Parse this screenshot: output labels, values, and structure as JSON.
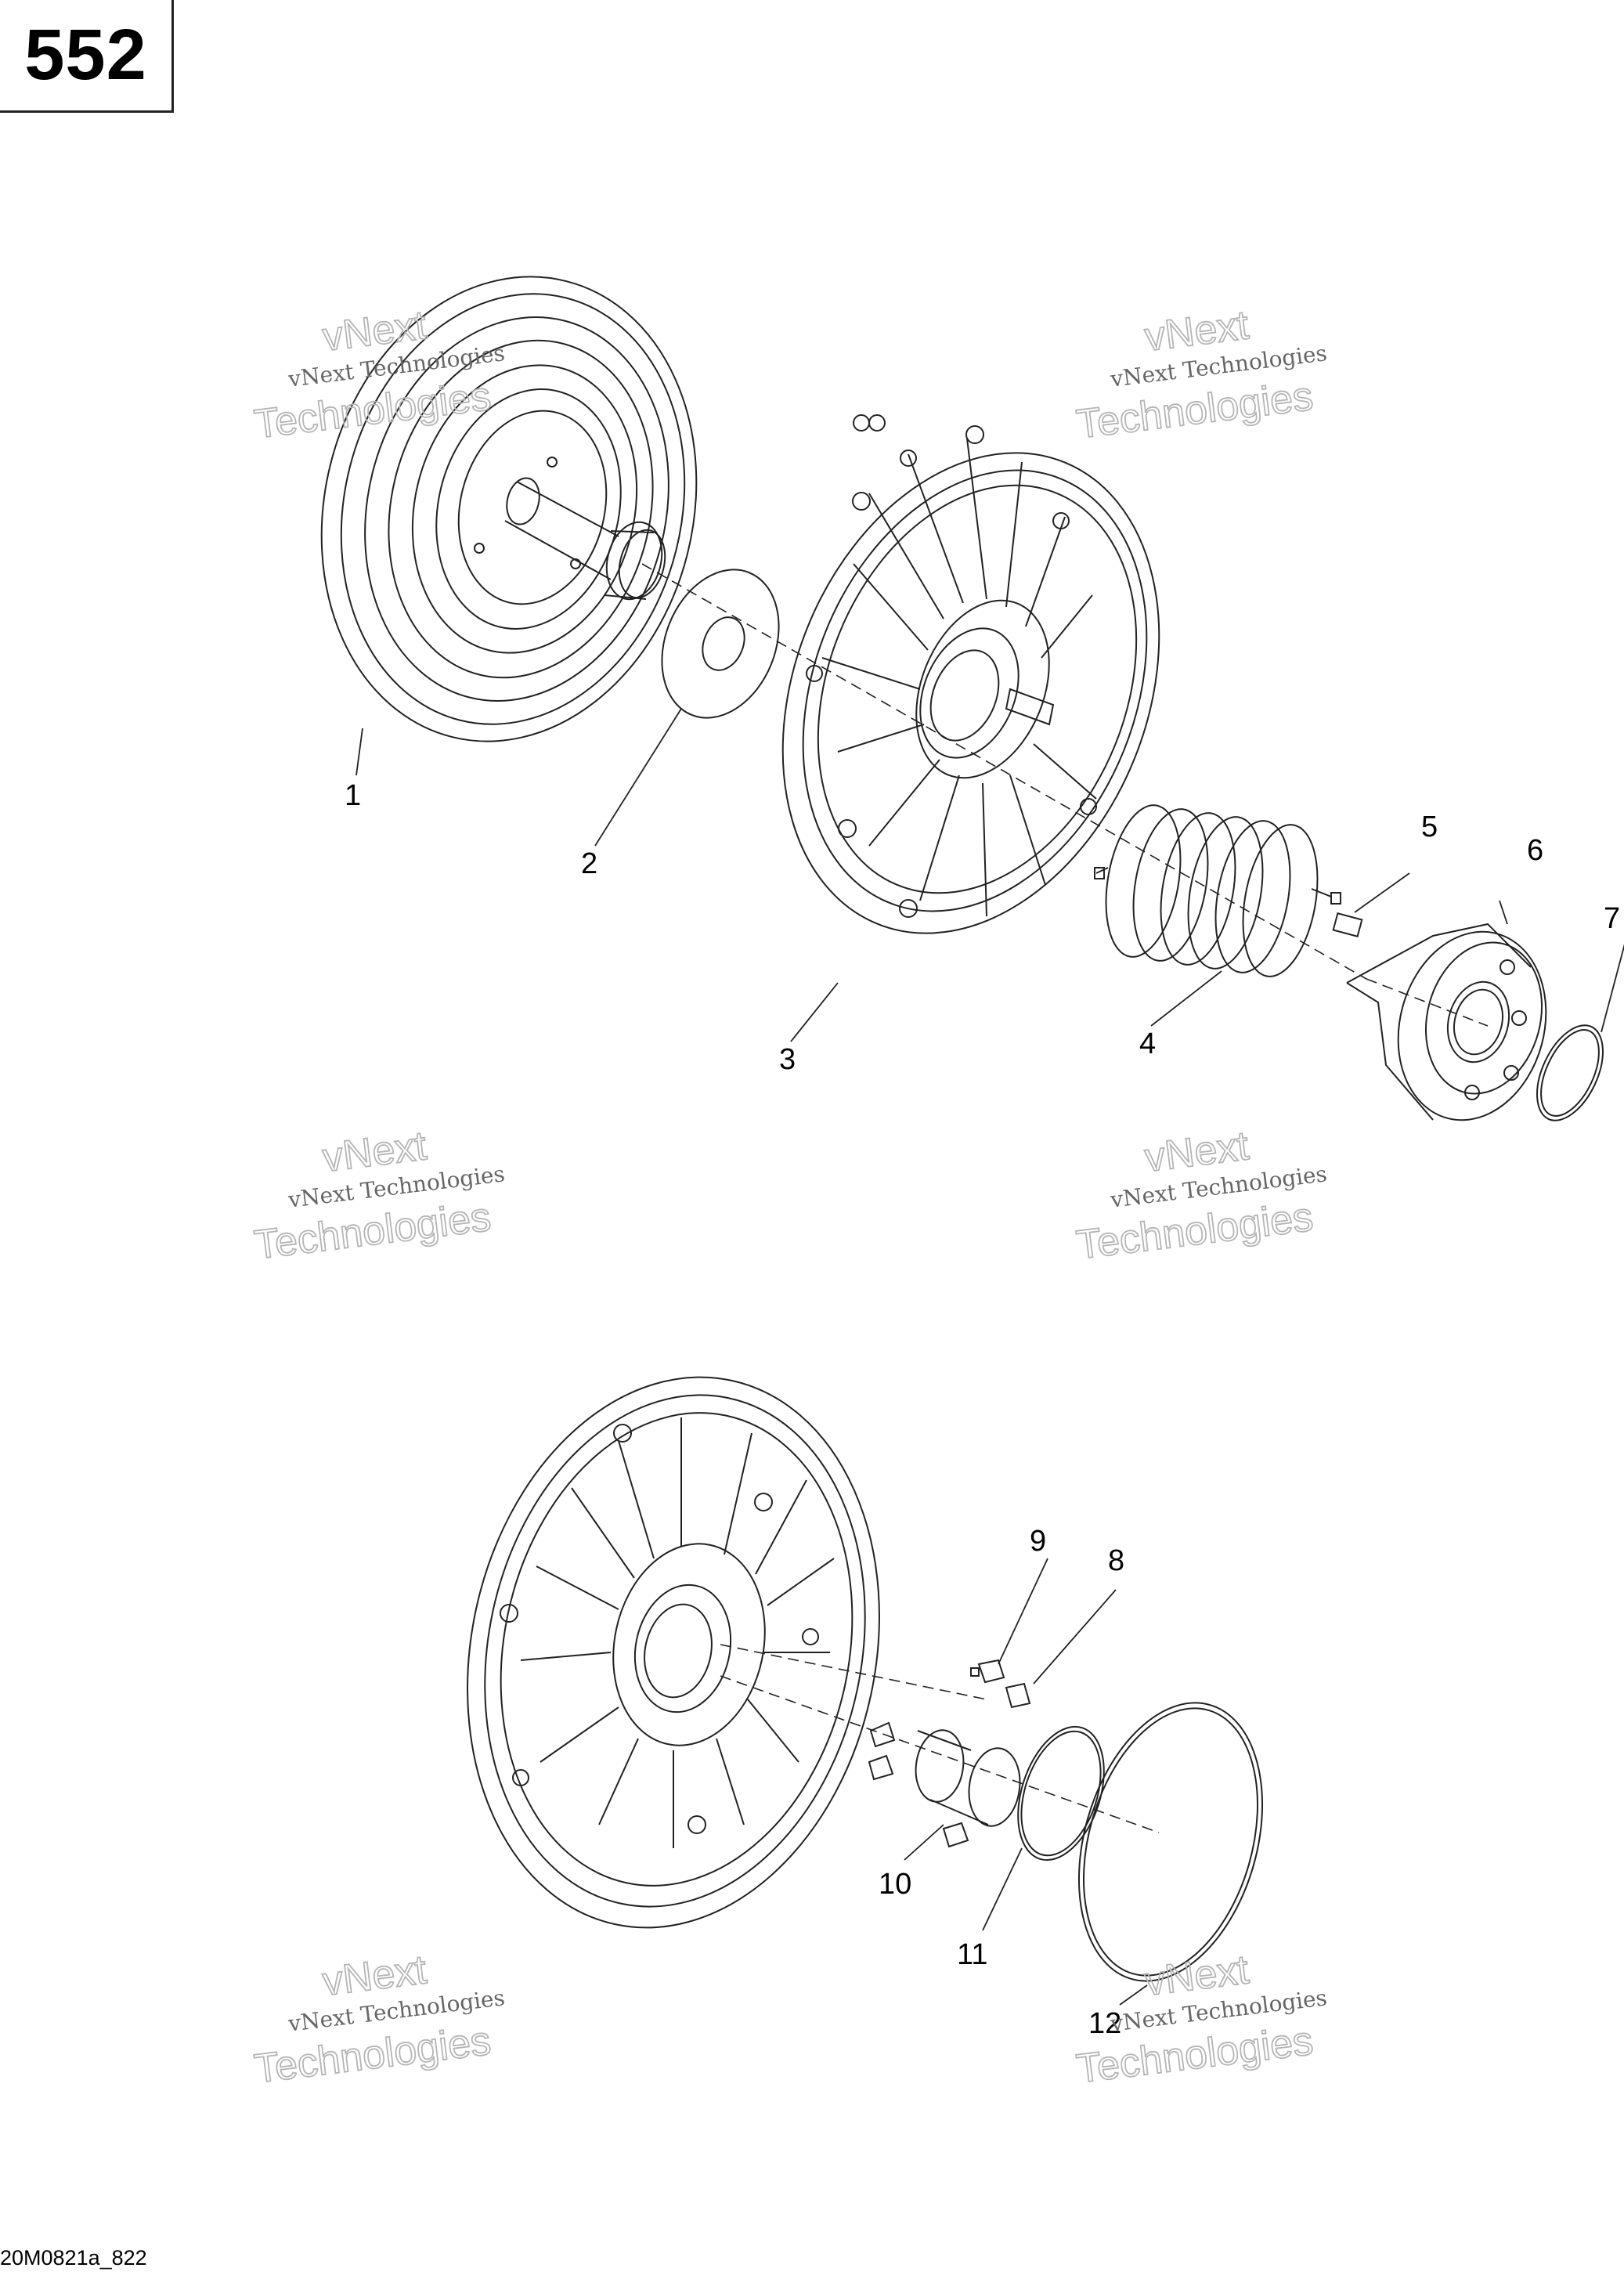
{
  "page_number": "552",
  "footer_code": "20M0821a_822",
  "watermark": {
    "line1": "vNext Technologies",
    "outline_top": "vNext",
    "outline_bottom": "Technologies"
  },
  "callouts": [
    "1",
    "2",
    "3",
    "4",
    "5",
    "6",
    "7",
    "8",
    "9",
    "10",
    "11",
    "12"
  ],
  "colors": {
    "line": "#222222",
    "watermark_text": "#666666",
    "watermark_outline": "#b5b5b5"
  }
}
